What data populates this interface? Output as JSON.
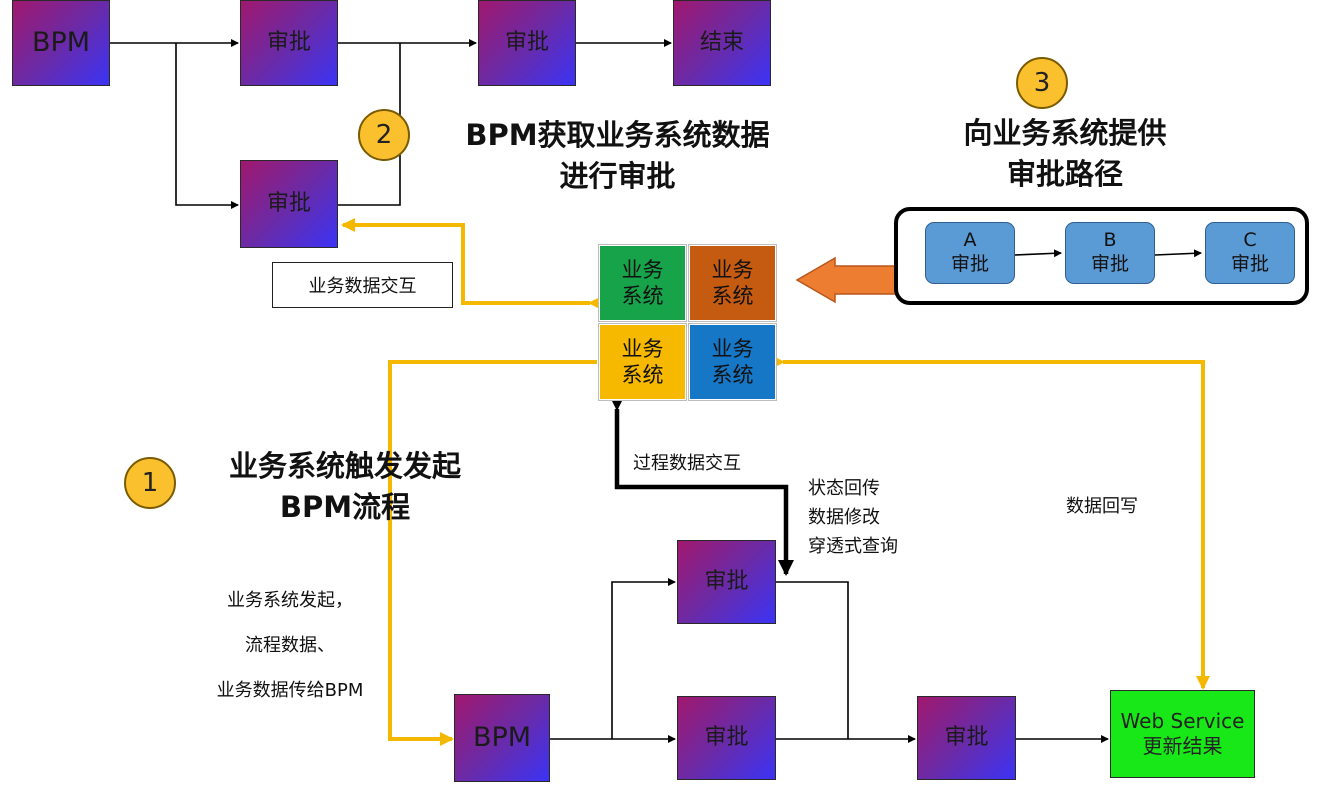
{
  "top_flow": {
    "bpm": "BPM",
    "approve_1": "审批",
    "approve_2": "审批",
    "approve_branch": "审批",
    "end": "结束"
  },
  "step2": {
    "number": "2",
    "title": "BPM获取业务系统数据\n进行审批"
  },
  "step3": {
    "number": "3",
    "title": "向业务系统提供\n审批路径",
    "route": [
      {
        "letter": "A",
        "label": "审批"
      },
      {
        "letter": "B",
        "label": "审批"
      },
      {
        "letter": "C",
        "label": "审批"
      }
    ]
  },
  "business_systems": {
    "green": "业务\n系统",
    "orange": "业务\n系统",
    "yellow": "业务\n系统",
    "blue": "业务\n系统",
    "colors": {
      "green": "#16a34a",
      "orange": "#c55a11",
      "yellow": "#f7b800",
      "blue": "#1577c6"
    }
  },
  "labels": {
    "data_interaction": "业务数据交互",
    "process_data_interaction": "过程数据交互",
    "status_return": "状态回传\n数据修改\n穿透式查询",
    "data_writeback": "数据回写",
    "launch_note": "业务系统发起，\n流程数据、\n业务数据传给BPM"
  },
  "step1": {
    "number": "1",
    "title": "业务系统触发发起\nBPM流程"
  },
  "bottom_flow": {
    "bpm": "BPM",
    "approve_upper": "审批",
    "approve_middle": "审批",
    "approve_right": "审批",
    "web_service": "Web Service\n更新结果"
  },
  "colors": {
    "flow_line": "#000000",
    "data_line": "#f5b800",
    "route_arrow": "#ed7d31",
    "web_service": "#18e818",
    "step_circle": "#fbc02d"
  }
}
